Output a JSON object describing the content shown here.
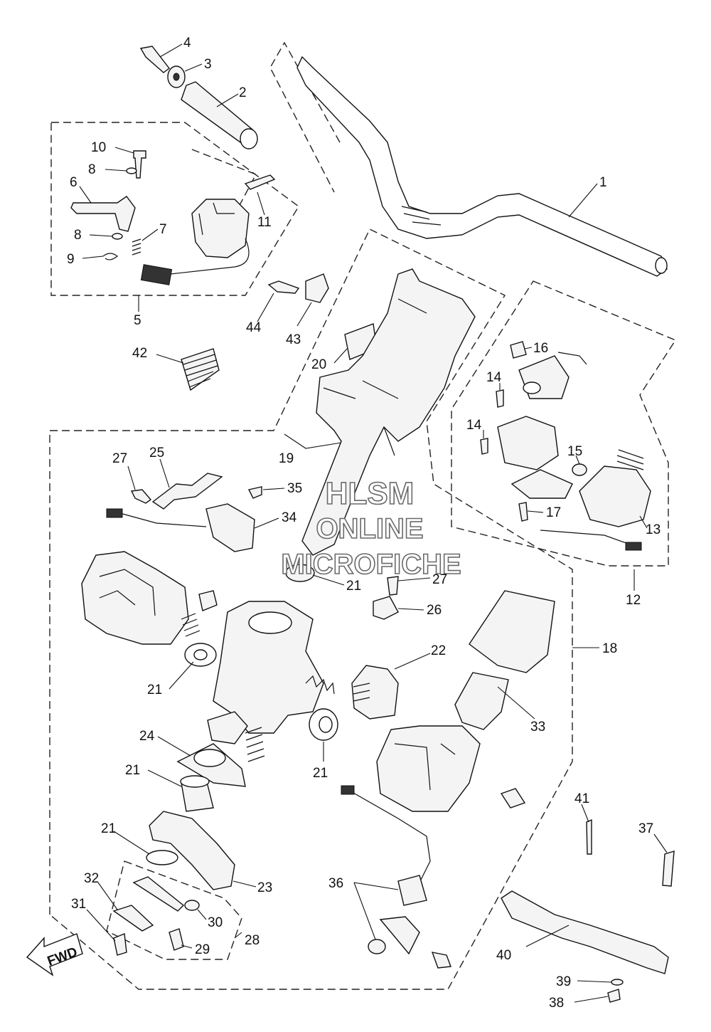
{
  "watermark": {
    "line1": "HLSM",
    "line2": "ONLINE",
    "line3": "MICROFICHE"
  },
  "fwd_label": "FWD",
  "callouts": [
    {
      "id": "c1",
      "text": "1"
    },
    {
      "id": "c2",
      "text": "2"
    },
    {
      "id": "c3",
      "text": "3"
    },
    {
      "id": "c4",
      "text": "4"
    },
    {
      "id": "c5",
      "text": "5"
    },
    {
      "id": "c6",
      "text": "6"
    },
    {
      "id": "c7",
      "text": "7"
    },
    {
      "id": "c8a",
      "text": "8"
    },
    {
      "id": "c8b",
      "text": "8"
    },
    {
      "id": "c9",
      "text": "9"
    },
    {
      "id": "c10",
      "text": "10"
    },
    {
      "id": "c11",
      "text": "11"
    },
    {
      "id": "c12",
      "text": "12"
    },
    {
      "id": "c13",
      "text": "13"
    },
    {
      "id": "c14a",
      "text": "14"
    },
    {
      "id": "c14b",
      "text": "14"
    },
    {
      "id": "c15",
      "text": "15"
    },
    {
      "id": "c16",
      "text": "16"
    },
    {
      "id": "c17",
      "text": "17"
    },
    {
      "id": "c18",
      "text": "18"
    },
    {
      "id": "c19",
      "text": "19"
    },
    {
      "id": "c20",
      "text": "20"
    },
    {
      "id": "c21a",
      "text": "21"
    },
    {
      "id": "c21b",
      "text": "21"
    },
    {
      "id": "c21c",
      "text": "21"
    },
    {
      "id": "c21d",
      "text": "21"
    },
    {
      "id": "c21e",
      "text": "21"
    },
    {
      "id": "c21f",
      "text": "21"
    },
    {
      "id": "c22",
      "text": "22"
    },
    {
      "id": "c23",
      "text": "23"
    },
    {
      "id": "c24",
      "text": "24"
    },
    {
      "id": "c25",
      "text": "25"
    },
    {
      "id": "c26",
      "text": "26"
    },
    {
      "id": "c27a",
      "text": "27"
    },
    {
      "id": "c27b",
      "text": "27"
    },
    {
      "id": "c28",
      "text": "28"
    },
    {
      "id": "c29",
      "text": "29"
    },
    {
      "id": "c30",
      "text": "30"
    },
    {
      "id": "c31",
      "text": "31"
    },
    {
      "id": "c32",
      "text": "32"
    },
    {
      "id": "c33",
      "text": "33"
    },
    {
      "id": "c34",
      "text": "34"
    },
    {
      "id": "c35",
      "text": "35"
    },
    {
      "id": "c36",
      "text": "36"
    },
    {
      "id": "c37",
      "text": "37"
    },
    {
      "id": "c38",
      "text": "38"
    },
    {
      "id": "c39",
      "text": "39"
    },
    {
      "id": "c40",
      "text": "40"
    },
    {
      "id": "c41",
      "text": "41"
    },
    {
      "id": "c42",
      "text": "42"
    },
    {
      "id": "c43",
      "text": "43"
    },
    {
      "id": "c44",
      "text": "44"
    }
  ]
}
